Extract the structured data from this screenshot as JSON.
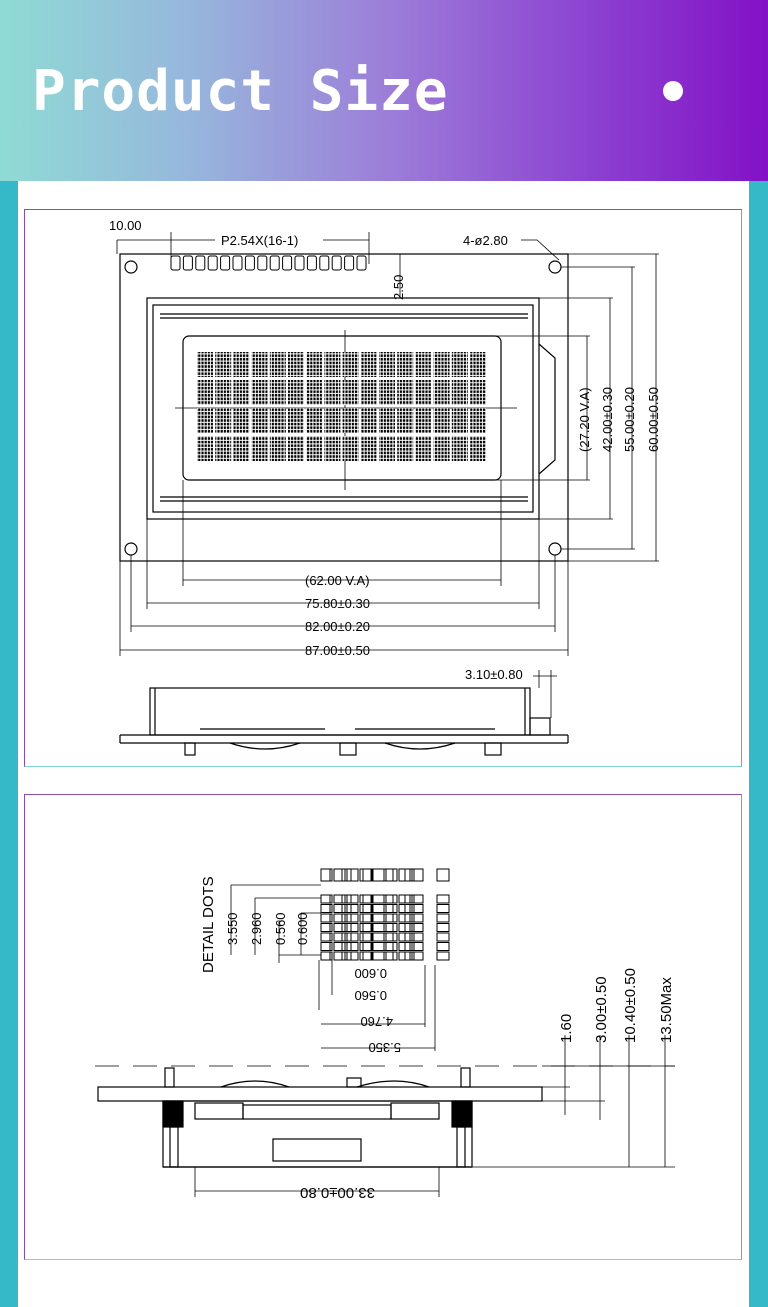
{
  "header": {
    "title": "Product Size"
  },
  "top_drawing": {
    "pin_offset": "10.00",
    "pin_pitch": "P2.54X(16-1)",
    "mount_holes": "4-ø2.80",
    "pin_height": "2.50",
    "dims_vertical": [
      "(27.20 V.A)",
      "42.00±0.30",
      "55.00±0.20",
      "60.00±0.50"
    ],
    "dims_horizontal": [
      "(62.00 V.A)",
      "75.80±0.30",
      "82.00±0.20",
      "87.00±0.50"
    ],
    "side_thickness": "3.10±0.80"
  },
  "bottom_drawing": {
    "detail_label": "DETAIL DOTS",
    "dots_vertical": [
      "3.550",
      "2.960",
      "0.560",
      "0.600"
    ],
    "dots_horizontal": [
      "0.600",
      "0.560",
      "4.760",
      "5.350"
    ],
    "heights": [
      "1.60",
      "3.00±0.50",
      "10.40±0.50",
      "13.50Max"
    ],
    "bottom_width": "33.00±0.80"
  }
}
